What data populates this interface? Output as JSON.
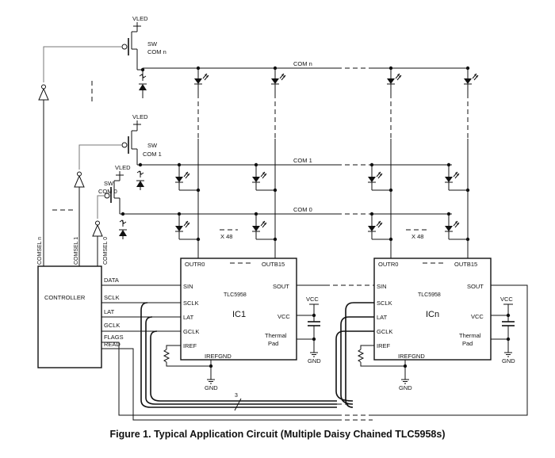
{
  "caption": "Figure 1. Typical Application Circuit (Multiple Daisy Chained TLC5958s)",
  "power": {
    "vled": "VLED",
    "vcc": "VCC",
    "gnd": "GND"
  },
  "switches": {
    "sw": "SW",
    "com_n": "COM n",
    "com_1": "COM 1",
    "com_0": "COM 0"
  },
  "rows": {
    "com_n": "COM n",
    "com_1": "COM 1",
    "com_0": "COM 0"
  },
  "multiplier": "X 48",
  "comsel": {
    "n": "COMSEL n",
    "one": "COMSEL 1",
    "zero": "COMSEL 0"
  },
  "controller": {
    "label": "CONTROLLER",
    "signals": [
      "DATA",
      "SCLK",
      "LAT",
      "GCLK",
      "FLAGS",
      "READ"
    ]
  },
  "ic1": {
    "name": "IC1",
    "part": "TLC5958",
    "outr0": "OUTR0",
    "outb15": "OUTB15",
    "pins_left": [
      "SIN",
      "SCLK",
      "LAT",
      "GCLK",
      "IREF"
    ],
    "sout": "SOUT",
    "vcc": "VCC",
    "thermal": "Thermal",
    "pad": "Pad",
    "irefgnd": "IREFGND"
  },
  "icn": {
    "name": "ICn",
    "part": "TLC5958",
    "outr0": "OUTR0",
    "outb15": "OUTB15",
    "pins_left": [
      "SIN",
      "SCLK",
      "LAT",
      "GCLK",
      "IREF"
    ],
    "sout": "SOUT",
    "vcc": "VCC",
    "thermal": "Thermal",
    "pad": "Pad",
    "irefgnd": "IREFGND"
  },
  "bus_width": "3"
}
